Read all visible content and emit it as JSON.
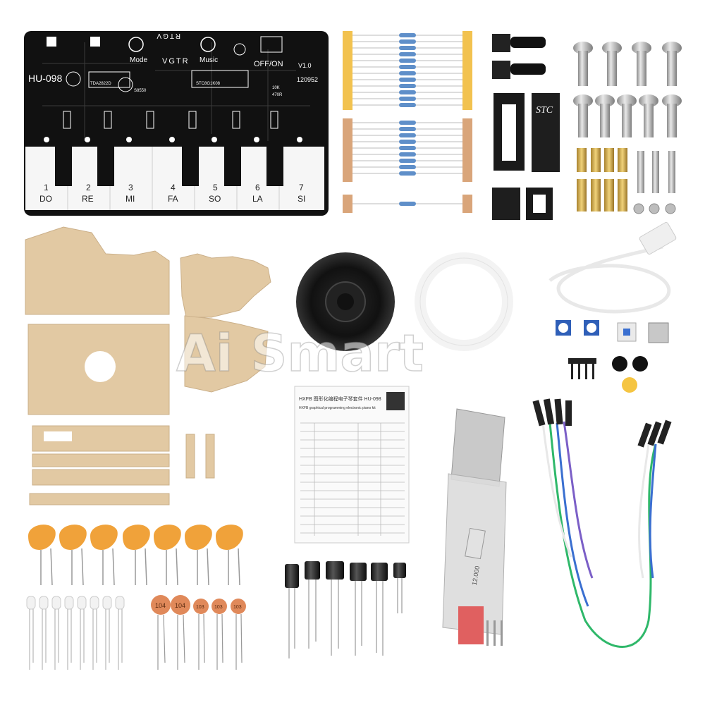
{
  "pcb": {
    "model": "HU-098",
    "version": "V1.0",
    "date_code": "120952",
    "label_power": "OFF/ON",
    "label_mode": "Mode",
    "label_music": "Music",
    "label_vgtr": "VGTR",
    "label_rtgv": "RTGV",
    "label_chip1": "TDA2822D",
    "label_chip2": "STC8G1K08",
    "label_transistor": "S8550",
    "label_10k": "10K",
    "label_470r": "470R",
    "keys": [
      {
        "num": "1",
        "note": "DO"
      },
      {
        "num": "2",
        "note": "RE"
      },
      {
        "num": "3",
        "note": "MI"
      },
      {
        "num": "4",
        "note": "FA"
      },
      {
        "num": "5",
        "note": "SO"
      },
      {
        "num": "6",
        "note": "LA"
      },
      {
        "num": "7",
        "note": "SI"
      }
    ]
  },
  "instruction_sheet": {
    "title": "HXFB 图形化编程电子琴套件 HU-098",
    "subtitle": "HXFB graphical programming electronic piano kit"
  },
  "ceramic_caps": [
    "104",
    "104",
    "103",
    "103",
    "103"
  ],
  "usb_module_text": "12.000",
  "watermark": "Ai Smart",
  "colors": {
    "pcb": "#111111",
    "acrylic": "#e2c9a3",
    "capacitor_yellow": "#f0a23a",
    "ceramic_orange": "#e0895a",
    "tape_yellow": "#f2c24f",
    "tape_tan": "#d9a57a",
    "wire_green": "#2fb86a",
    "wire_blue": "#3a6fd0",
    "wire_purple": "#7b5fc7",
    "wire_white": "#e8e8e8"
  },
  "icons": [
    "piano-pcb",
    "resistor",
    "push-button",
    "screw",
    "ic-chip",
    "speaker",
    "usb-cable",
    "potentiometer",
    "electrolytic-capacitor",
    "ceramic-capacitor",
    "led",
    "usb-ttl-module",
    "jumper-wire"
  ]
}
